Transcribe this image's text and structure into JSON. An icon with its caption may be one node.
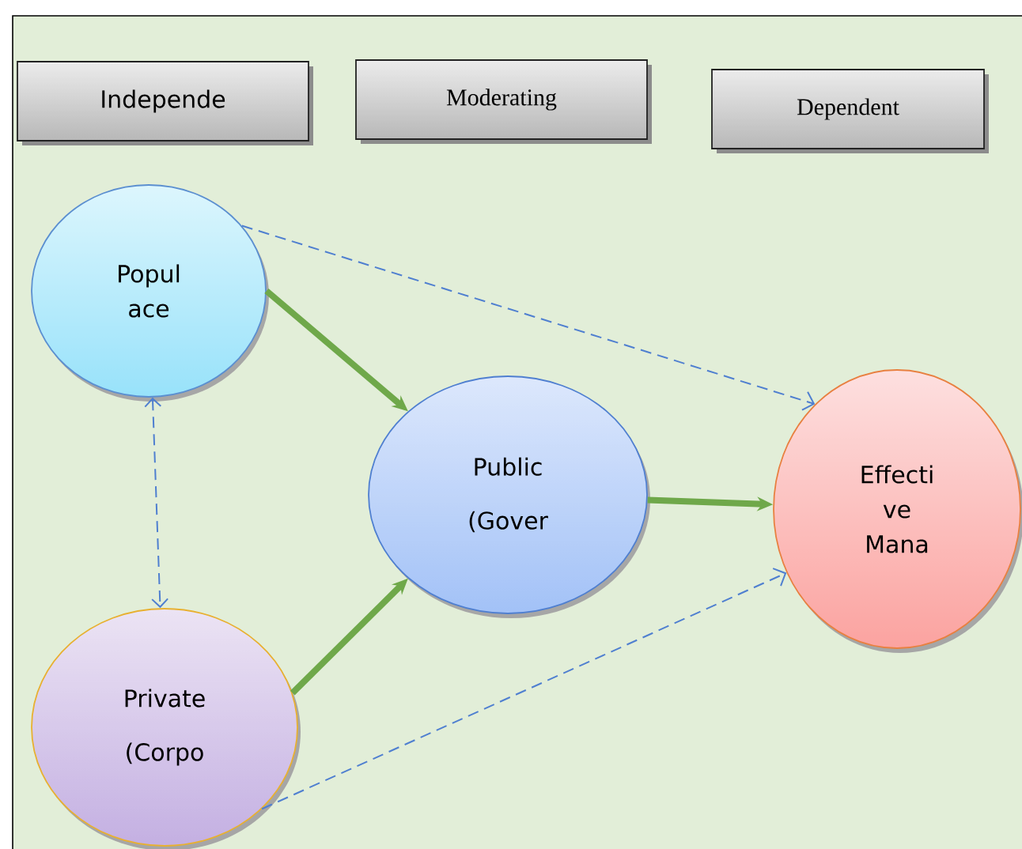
{
  "diagram": {
    "nodes": [
      {
        "text": [
          "Independe"
        ]
      },
      {
        "text": [
          "Moderating"
        ]
      },
      {
        "text": [
          "Dependent"
        ]
      },
      {
        "text": [
          "Popul ace"
        ]
      },
      {
        "text": [
          "Public",
          "(Gover"
        ]
      },
      {
        "text": [
          "Effecti ve Mana"
        ]
      },
      {
        "text": [
          "Private",
          "(Corpo"
        ]
      }
    ],
    "edges": [
      {
        "from": 3,
        "to": 4,
        "arrow": "to",
        "style": "thick",
        "color": "#6fa84a"
      },
      {
        "from": 6,
        "to": 4,
        "arrow": "to",
        "style": "thick",
        "color": "#6fa84a"
      },
      {
        "from": 4,
        "to": 5,
        "arrow": "to",
        "style": "thick",
        "color": "#6fa84a"
      },
      {
        "from": 3,
        "to": 5,
        "arrow": "to",
        "style": "dashed",
        "color": "#4f7fd0"
      },
      {
        "from": 6,
        "to": 5,
        "arrow": "to",
        "style": "dashed",
        "color": "#4f7fd0"
      },
      {
        "from": 3,
        "to": 6,
        "arrow": "both",
        "style": "dashed",
        "color": "#4f7fd0"
      }
    ]
  }
}
